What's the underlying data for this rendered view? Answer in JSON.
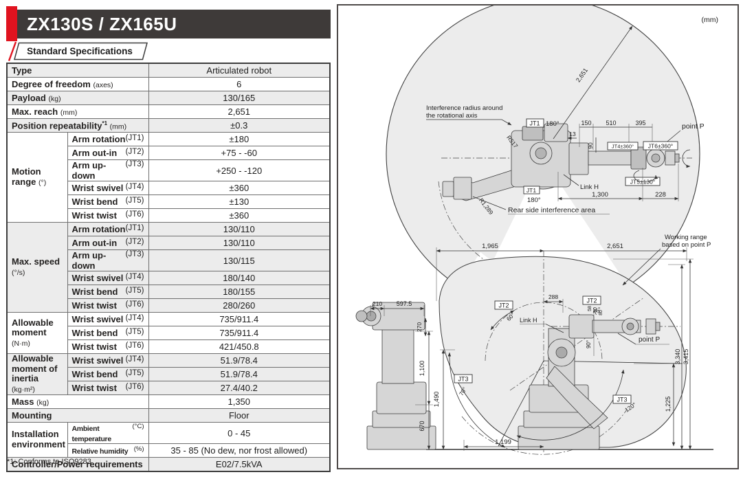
{
  "page": {
    "title": "ZX130S / ZX165U",
    "section_label": "Standard Specifications",
    "footnote": "*1: Conforms to ISO9283",
    "unit_note": "(mm)"
  },
  "colors": {
    "accent_red": "#e0131f",
    "header_bg": "#3e3a39",
    "row_shade": "#ececec",
    "table_border": "#3c3c3c",
    "diagram_fill": "#ececec"
  },
  "table": {
    "sections": [
      {
        "shaded": true,
        "rows": [
          {
            "label": "Type",
            "value": "Articulated robot"
          }
        ]
      },
      {
        "shaded": false,
        "rows": [
          {
            "label": "Degree of freedom",
            "unit": "(axes)",
            "value": "6"
          }
        ]
      },
      {
        "shaded": true,
        "rows": [
          {
            "label": "Payload",
            "unit": "(kg)",
            "value": "130/165"
          }
        ]
      },
      {
        "shaded": false,
        "rows": [
          {
            "label": "Max. reach",
            "unit": "(mm)",
            "value": "2,651"
          }
        ]
      },
      {
        "shaded": true,
        "rows": [
          {
            "label": "Position repeatability",
            "sup": "*1",
            "unit": "(mm)",
            "value": "±0.3"
          }
        ]
      },
      {
        "shaded": false,
        "group": {
          "label": "Motion range",
          "unit": "(°)"
        },
        "rows": [
          {
            "label": "Arm rotation",
            "jt": "(JT1)",
            "value": "±180"
          },
          {
            "label": "Arm out-in",
            "jt": "(JT2)",
            "value": "+75 - -60"
          },
          {
            "label": "Arm up-down",
            "jt": "(JT3)",
            "value": "+250 - -120"
          },
          {
            "label": "Wrist swivel",
            "jt": "(JT4)",
            "value": "±360"
          },
          {
            "label": "Wrist bend",
            "jt": "(JT5)",
            "value": "±130"
          },
          {
            "label": "Wrist twist",
            "jt": "(JT6)",
            "value": "±360"
          }
        ]
      },
      {
        "shaded": true,
        "group": {
          "label": "Max. speed",
          "unit": "(°/s)"
        },
        "rows": [
          {
            "label": "Arm rotation",
            "jt": "(JT1)",
            "value": "130/110"
          },
          {
            "label": "Arm out-in",
            "jt": "(JT2)",
            "value": "130/110"
          },
          {
            "label": "Arm up-down",
            "jt": "(JT3)",
            "value": "130/115"
          },
          {
            "label": "Wrist swivel",
            "jt": "(JT4)",
            "value": "180/140"
          },
          {
            "label": "Wrist bend",
            "jt": "(JT5)",
            "value": "180/155"
          },
          {
            "label": "Wrist twist",
            "jt": "(JT6)",
            "value": "280/260"
          }
        ]
      },
      {
        "shaded": false,
        "group": {
          "label": "Allowable moment",
          "unit": "(N·m)"
        },
        "rows": [
          {
            "label": "Wrist swivel",
            "jt": "(JT4)",
            "value": "735/911.4"
          },
          {
            "label": "Wrist bend",
            "jt": "(JT5)",
            "value": "735/911.4"
          },
          {
            "label": "Wrist twist",
            "jt": "(JT6)",
            "value": "421/450.8"
          }
        ]
      },
      {
        "shaded": true,
        "group": {
          "label": "Allowable moment of inertia",
          "unit": "(kg·m²)"
        },
        "rows": [
          {
            "label": "Wrist swivel",
            "jt": "(JT4)",
            "value": "51.9/78.4"
          },
          {
            "label": "Wrist bend",
            "jt": "(JT5)",
            "value": "51.9/78.4"
          },
          {
            "label": "Wrist twist",
            "jt": "(JT6)",
            "value": "27.4/40.2"
          }
        ]
      },
      {
        "shaded": false,
        "rows": [
          {
            "label": "Mass",
            "unit": "(kg)",
            "value": "1,350"
          }
        ]
      },
      {
        "shaded": true,
        "rows": [
          {
            "label": "Mounting",
            "value": "Floor"
          }
        ]
      },
      {
        "shaded": false,
        "group": {
          "label": "Installation environment"
        },
        "rows": [
          {
            "label": "Ambient temperature",
            "jt": "(°C)",
            "value": "0 - 45",
            "small": true
          },
          {
            "label": "Relative humidity",
            "jt": "(%)",
            "value": "35 - 85 (No dew, nor frost allowed)",
            "small": true
          }
        ]
      },
      {
        "shaded": true,
        "rows": [
          {
            "label": "Controller/Power requirements",
            "value": "E02/7.5kVA"
          }
        ]
      }
    ]
  },
  "diagram": {
    "top": {
      "interference_note_1": "Interference radius around",
      "interference_note_2": "the rotational axis",
      "r517": "R517",
      "r1289": "R1,289",
      "jt1": "JT1",
      "jt1_angle": "180°",
      "jt1_bottom": "JT1",
      "jt1_bottom_angle": "180°",
      "dim_150": "150",
      "dim_510": "510",
      "dim_395": "395",
      "dim_13": "13",
      "dim_90": "90",
      "point_p": "point P",
      "jt4": "JT4±360°",
      "jt6": "JT6±360°",
      "jt5": "JT5±130°",
      "link_h": "Link H",
      "dim_1300": "1,300",
      "dim_228": "228",
      "rear_note": "Rear side interference area",
      "dim_2651": "2,651"
    },
    "bottom": {
      "working_range_1": "Working range",
      "working_range_2": "based on point P",
      "dim_1965": "1,965",
      "dim_2651": "2,651",
      "dim_288": "288",
      "dim_210": "210",
      "dim_597_5": "597.5",
      "dim_270": "270",
      "dim_1100": "1,100",
      "dim_670": "670",
      "dim_1490": "1,490",
      "dim_1199": "1,199",
      "dim_1225": "1,225",
      "dim_3340": "3,340",
      "dim_3415": "3,415",
      "dim_58": "58",
      "dim_90": "90",
      "dim_80": "80",
      "angle_90": "90°",
      "jt2a": "JT2",
      "jt2a_angle": "60°",
      "jt2b": "JT2",
      "jt2b_angle": "75°",
      "jt3a": "JT3",
      "jt3a_angle": "70°",
      "jt3b": "JT3",
      "jt3b_angle": "120°",
      "link_h": "Link H",
      "point_p": "point P"
    }
  }
}
